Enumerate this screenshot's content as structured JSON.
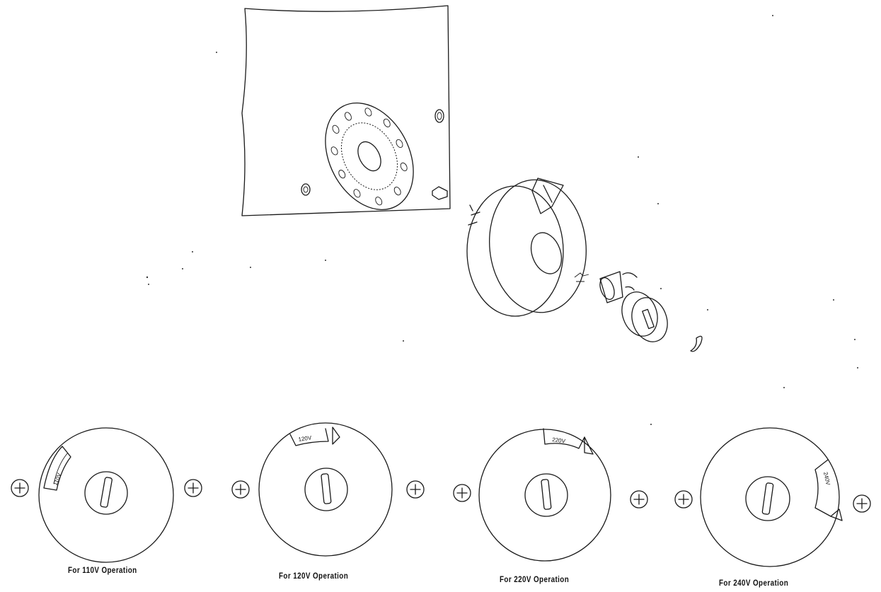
{
  "captions": {
    "cap_110": "For 110V Operation",
    "cap_120": "For 120V Operation",
    "cap_220": "For 220V Operation",
    "cap_240": "For 240V Operation"
  },
  "voltage_labels": {
    "v110": "110V",
    "v120": "120V",
    "v220": "220V",
    "v240": "240V"
  },
  "colors": {
    "ink": "#1a1a1a",
    "paper": "#ffffff"
  }
}
